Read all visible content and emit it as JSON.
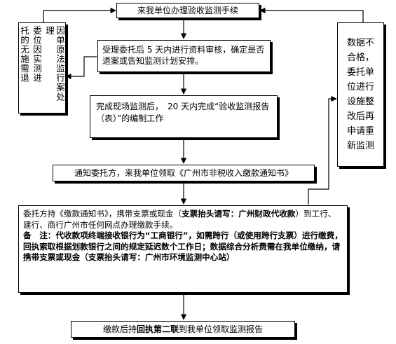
{
  "flow": {
    "step1": "来我单位办理验收监测手续",
    "step2": "受理委托后 5 天内进行资料审核，确定是否退案或告知监测计划安排。",
    "step3": "完成现场监测后，　20 天内完成“验收监测报告（表）”的编制工作",
    "step4": "通知委托方，来我单位领取《广州市非税收入缴款通知书》",
    "step5": {
      "p1_a": "委托方持《缴款通知书》，携带支票或现金（",
      "p1_b": "支票抬头请写：广州财政代收款",
      "p1_c": "）到工行、建行、商行广州市任何网点办理缴款手续。",
      "p2": "备　注：代收款项终端接收银行为“工商银行”，如需跨行（或使用跨行支票）进行缴费，回执索取根据划款银行之间的规定延迟数个工作日；数据综合分析费需在我单位缴纳，请携带支票或现金（支票抬头请写：广州市环境监测中心站）"
    },
    "step6_a": "缴款后持",
    "step6_b": "回执第二联",
    "step6_c": "到我单位领取监测报告"
  },
  "side_left": {
    "columns": [
      "托的无施需退",
      "委位因实测进",
      "因单原法监行案处理"
    ]
  },
  "side_right": {
    "text": "数据不合格，委托单位进行设施整改后再申请重新监测"
  }
}
